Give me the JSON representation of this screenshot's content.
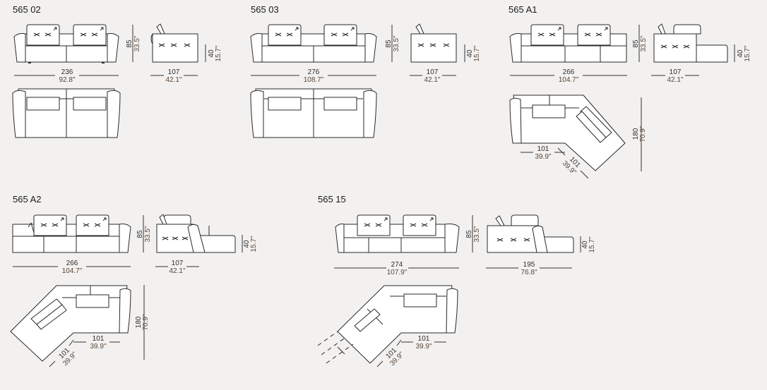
{
  "modules": [
    {
      "code": "565 02",
      "width_cm": "236",
      "width_in": "92.8\"",
      "height_cm": "85",
      "height_in": "33.5\"",
      "depth_cm": "107",
      "depth_in": "42.1\"",
      "seat_cm": "40",
      "seat_in": "15.7\""
    },
    {
      "code": "565 03",
      "width_cm": "276",
      "width_in": "108.7\"",
      "height_cm": "85",
      "height_in": "33.5\"",
      "depth_cm": "107",
      "depth_in": "42.1\"",
      "seat_cm": "40",
      "seat_in": "15.7\""
    },
    {
      "code": "565 A1",
      "width_cm": "266",
      "width_in": "104.7\"",
      "height_cm": "85",
      "height_in": "33.5\"",
      "depth_cm": "107",
      "depth_in": "42.1\"",
      "seat_cm": "40",
      "seat_in": "15.7\"",
      "corner_cm": "180",
      "corner_in": "70.9\"",
      "arm_a_cm": "101",
      "arm_a_in": "39.9\"",
      "arm_b_cm": "101",
      "arm_b_in": "39.9\""
    },
    {
      "code": "565 A2",
      "width_cm": "266",
      "width_in": "104.7\"",
      "height_cm": "85",
      "height_in": "33.5\"",
      "depth_cm": "107",
      "depth_in": "42.1\"",
      "seat_cm": "40",
      "seat_in": "15.7\"",
      "corner_cm": "180",
      "corner_in": "70.9\"",
      "arm_a_cm": "101",
      "arm_a_in": "39.9\"",
      "arm_b_cm": "101",
      "arm_b_in": "39.9\""
    },
    {
      "code": "565 15",
      "width_cm": "274",
      "width_in": "107.9\"",
      "height_cm": "85",
      "height_in": "33.5\"",
      "depth_cm": "195",
      "depth_in": "76.8\"",
      "seat_cm": "40",
      "seat_in": "15.7\"",
      "arm_a_cm": "101",
      "arm_a_in": "39.9\"",
      "arm_b_cm": "101",
      "arm_b_in": "39.9\""
    }
  ],
  "colors": {
    "background": "#f2f1f0",
    "line": "#2a2a2a",
    "inch_text": "#5a4636"
  }
}
